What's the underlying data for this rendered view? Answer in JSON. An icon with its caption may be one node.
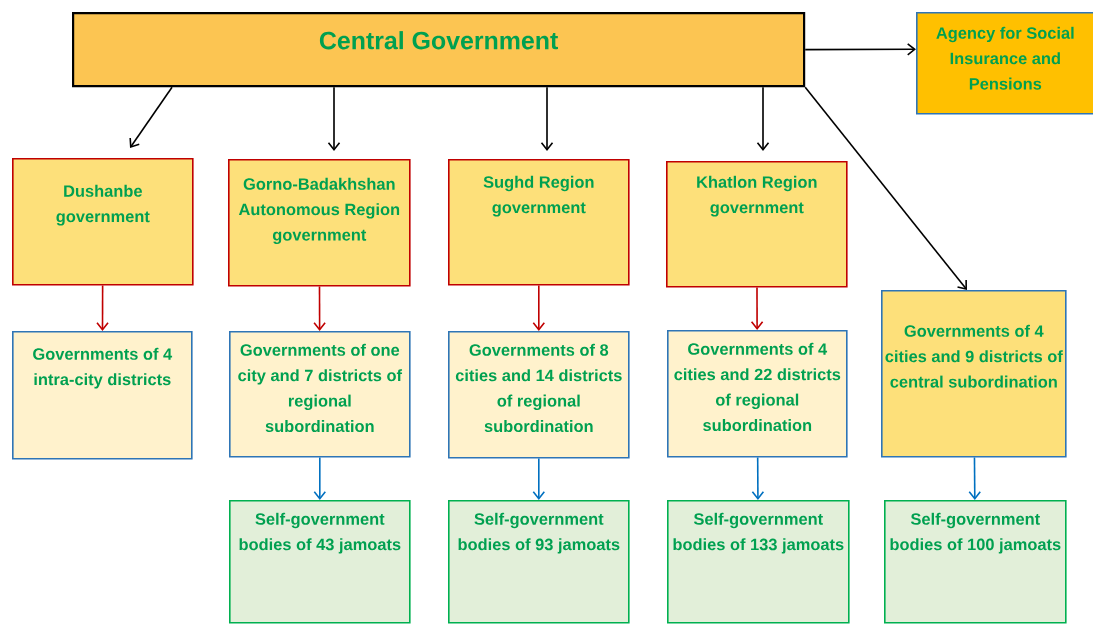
{
  "diagram": {
    "nodes": [
      {
        "text": [
          "Central Government"
        ]
      },
      {
        "text": [
          "Agency for Social Insurance and Pensions"
        ]
      },
      {
        "text": [
          "Dushanbe government"
        ]
      },
      {
        "text": [
          "Gorno-Badakhshan Autonomous Region government"
        ]
      },
      {
        "text": [
          "Sughd Region government"
        ]
      },
      {
        "text": [
          "Khatlon Region government"
        ]
      },
      {
        "text": [
          "Governments of 4 intra-city districts"
        ]
      },
      {
        "text": [
          "Governments of one city and 7 districts of regional subordination"
        ]
      },
      {
        "text": [
          "Governments of 8 cities and 14 districts of regional subordination"
        ]
      },
      {
        "text": [
          "Governments of 4 cities and 22 districts of regional subordination"
        ]
      },
      {
        "text": [
          "Governments of 4 cities and 9 districts of central subordination"
        ]
      },
      {
        "text": [
          "Self-government bodies of 43 jamoats"
        ]
      },
      {
        "text": [
          "Self-government bodies of 93 jamoats"
        ]
      },
      {
        "text": [
          "Self-government bodies of 133 jamoats"
        ]
      },
      {
        "text": [
          "Self-government bodies of 100 jamoats"
        ]
      }
    ],
    "edges": [
      {
        "from": 0,
        "to": 1,
        "arrow": "to"
      },
      {
        "from": 0,
        "to": 2,
        "arrow": "to"
      },
      {
        "from": 0,
        "to": 3,
        "arrow": "to"
      },
      {
        "from": 0,
        "to": 4,
        "arrow": "to"
      },
      {
        "from": 0,
        "to": 5,
        "arrow": "to"
      },
      {
        "from": 0,
        "to": 10,
        "arrow": "to"
      },
      {
        "from": 2,
        "to": 6,
        "arrow": "to",
        "color": "#c00000"
      },
      {
        "from": 3,
        "to": 7,
        "arrow": "to",
        "color": "#c00000"
      },
      {
        "from": 4,
        "to": 8,
        "arrow": "to",
        "color": "#c00000"
      },
      {
        "from": 5,
        "to": 9,
        "arrow": "to",
        "color": "#c00000"
      },
      {
        "from": 7,
        "to": 11,
        "arrow": "to",
        "color": "#0070c0"
      },
      {
        "from": 8,
        "to": 12,
        "arrow": "to",
        "color": "#0070c0"
      },
      {
        "from": 9,
        "to": 13,
        "arrow": "to",
        "color": "#0070c0"
      },
      {
        "from": 10,
        "to": 14,
        "arrow": "to",
        "color": "#0070c0"
      }
    ]
  }
}
